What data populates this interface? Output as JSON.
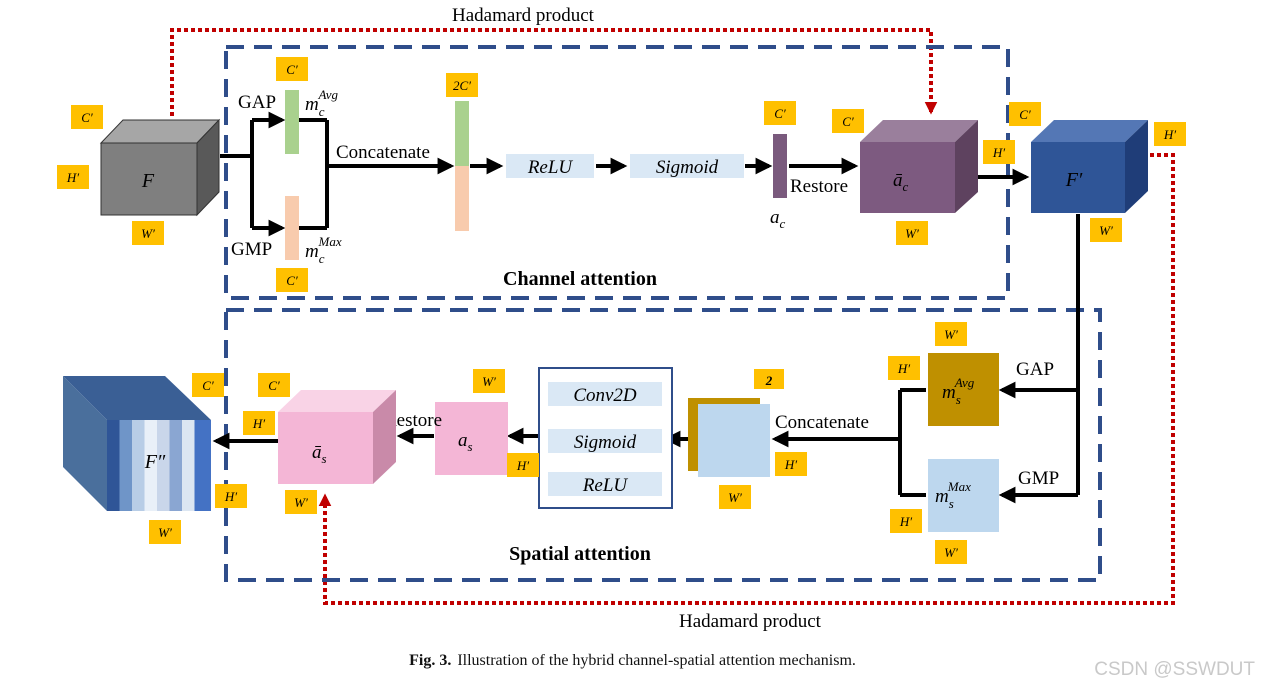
{
  "labels": {
    "hadamard_top": "Hadamard product",
    "hadamard_bottom": "Hadamard product",
    "channel_attention": "Channel attention",
    "spatial_attention": "Spatial attention",
    "gap_top": "GAP",
    "gmp_top": "GMP",
    "concatenate_top": "Concatenate",
    "restore_top": "Restore",
    "relu_top": "ReLU",
    "sigmoid_top": "Sigmoid",
    "gap_bottom": "GAP",
    "gmp_bottom": "GMP",
    "concatenate_bottom": "Concatenate",
    "restore_bottom": "Restore",
    "conv2d": "Conv2D",
    "sigmoid_bottom": "Sigmoid",
    "relu_bottom": "ReLU"
  },
  "symbols": {
    "F": "F",
    "F_prime": "F′",
    "F_double_prime": "F″",
    "a_c": "a",
    "a_c_sub": "c",
    "a_bar_c": "ā",
    "a_bar_c_sub": "c",
    "a_s": "a",
    "a_s_sub": "s",
    "a_bar_s": "ā",
    "a_bar_s_sub": "s",
    "m": "m",
    "m_c_sub": "c",
    "m_s_sub": "s",
    "avg_sup": "Avg",
    "max_sup": "Max"
  },
  "tags": {
    "c_prime": "C′",
    "h_prime": "H′",
    "w_prime": "W′",
    "two_c_prime": "2C′",
    "two": "2"
  },
  "caption": {
    "fig_label": "Fig. 3.",
    "text": "Illustration of the hybrid channel-spatial attention mechanism."
  },
  "watermark": "CSDN @SSWDUT",
  "colors": {
    "dashed_box": "#2f4d8a",
    "hadamard_line": "#c00000",
    "tag_fill": "#ffc000",
    "gap_bar": "#a9d18e",
    "gmp_bar": "#f8cbad",
    "op_box": "#dae8f5",
    "a_c_bar": "#7a5a7d",
    "a_bar_c_cube": "#7d5a80",
    "f_prime_cube": "#2f5597",
    "f_cube": "#7f7f7f",
    "avg_s_box": "#bf9000",
    "max_s_box": "#bdd7ee",
    "pink": "#f4b6d6"
  }
}
